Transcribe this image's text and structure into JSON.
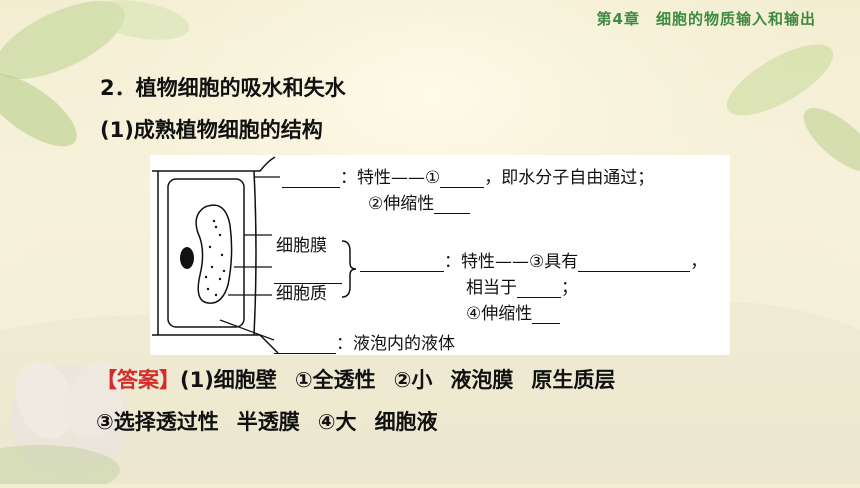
{
  "header": {
    "chapter": "第4章　细胞的物质输入和输出"
  },
  "section": {
    "title": "2．植物细胞的吸水和失水",
    "subtitle": "(1)成熟植物细胞的结构"
  },
  "diagram": {
    "wall_property": "：特性——①",
    "wall_property_end": "，即水分子自由通过；",
    "wall_stretch": "②伸缩性",
    "membrane_label": "细胞膜",
    "cytoplasm_label": "细胞质",
    "layer_property": "：特性——③具有",
    "layer_property_end": "，",
    "layer_equivalent": "相当于",
    "layer_equivalent_end": "；",
    "layer_stretch": "④伸缩性",
    "vacuole_desc": "：液泡内的液体"
  },
  "answer": {
    "label": "【答案】",
    "line1": [
      "(1)细胞壁",
      "①全透性",
      "②小",
      "液泡膜",
      "原生质层"
    ],
    "line2": [
      "③选择透过性",
      "半透膜",
      "④大",
      "细胞液"
    ]
  }
}
